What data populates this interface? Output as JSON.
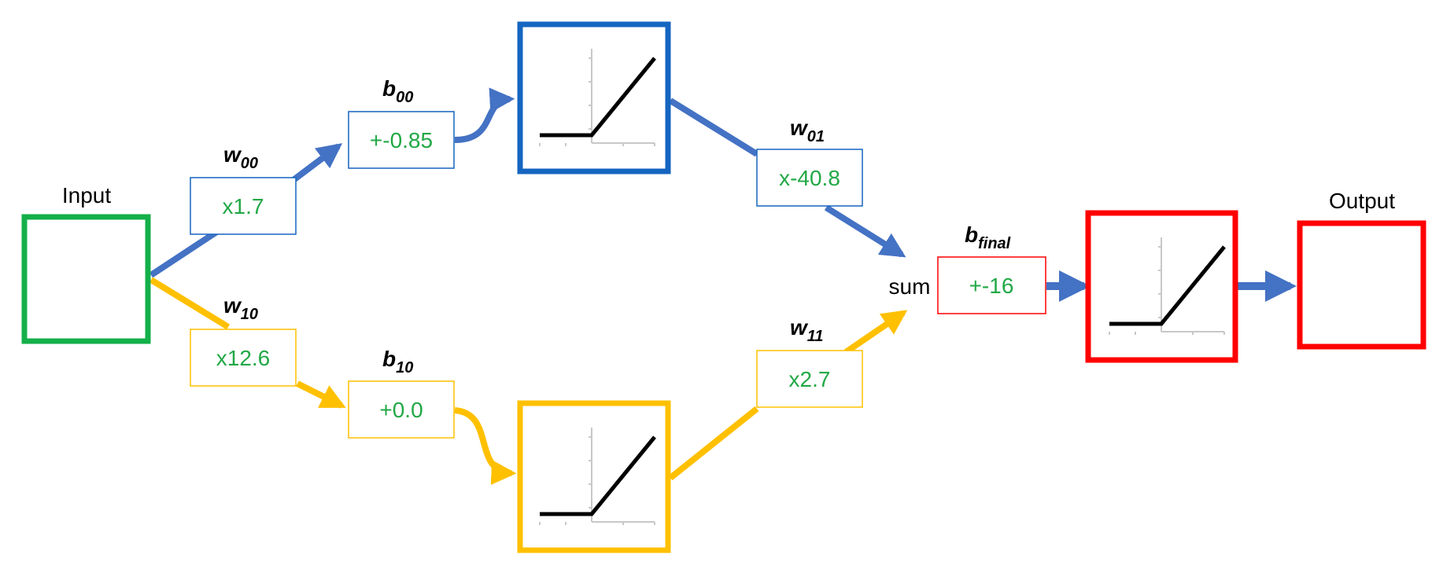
{
  "input_label": "Input",
  "output_label": "Output",
  "sum_label": "sum",
  "colors": {
    "input": "#14b04a",
    "blue": "#4472c4",
    "blue_box": "#1565c0",
    "orange": "#ffc000",
    "red": "#ff0000",
    "value_text": "#22a846"
  },
  "weights": {
    "w00": {
      "symbol": "w",
      "subscript": "00",
      "value": "x1.7"
    },
    "w10": {
      "symbol": "w",
      "subscript": "10",
      "value": "x12.6"
    },
    "w01": {
      "symbol": "w",
      "subscript": "01",
      "value": "x-40.8"
    },
    "w11": {
      "symbol": "w",
      "subscript": "11",
      "value": "x2.7"
    }
  },
  "biases": {
    "b00": {
      "symbol": "b",
      "subscript": "00",
      "value": "+-0.85"
    },
    "b10": {
      "symbol": "b",
      "subscript": "10",
      "value": "+0.0"
    },
    "bfinal": {
      "symbol": "b",
      "subscript": "final",
      "value": "+-16"
    }
  },
  "activations": [
    {
      "name": "relu-top",
      "type": "ReLU"
    },
    {
      "name": "relu-bottom",
      "type": "ReLU"
    },
    {
      "name": "relu-final",
      "type": "ReLU"
    }
  ]
}
